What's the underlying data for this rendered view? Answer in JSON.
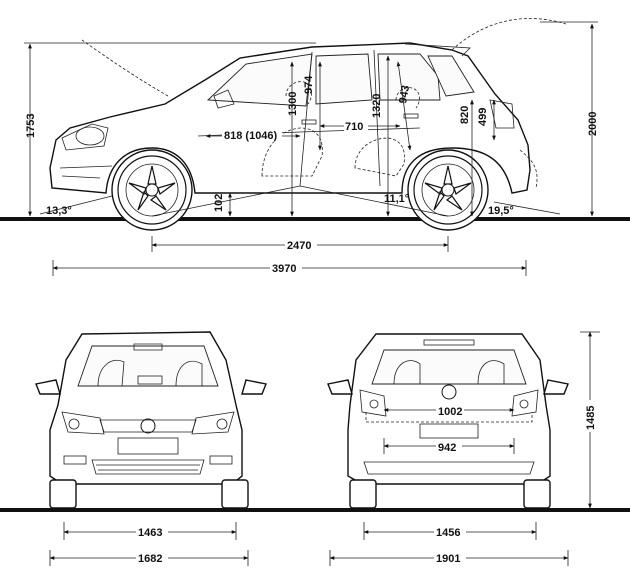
{
  "side_view": {
    "overall_height": "1753",
    "height_with_open_tailgate": "2000",
    "front_overhang_angle": "13,3°",
    "rear_overhang_angle": "19,5°",
    "ramp_angle": "11,1°",
    "ground_clearance": "102",
    "knee_room": "818 (1046)",
    "rear_legroom": "710",
    "front_headroom_vertical": "1300",
    "front_headroom_diag": "974",
    "rear_headroom_vertical": "1320",
    "rear_headroom_diag": "943",
    "loading_sill_height": "820",
    "cargo_height": "499",
    "wheelbase": "2470",
    "overall_length": "3970"
  },
  "front_view": {
    "track_width": "1463",
    "overall_width": "1682"
  },
  "rear_view": {
    "load_width": "1002",
    "load_width_between_arches": "942",
    "overall_height": "1485",
    "track_width": "1456",
    "overall_width_mirrors": "1901"
  },
  "colors": {
    "line": "#111111",
    "paper": "#ffffff"
  }
}
